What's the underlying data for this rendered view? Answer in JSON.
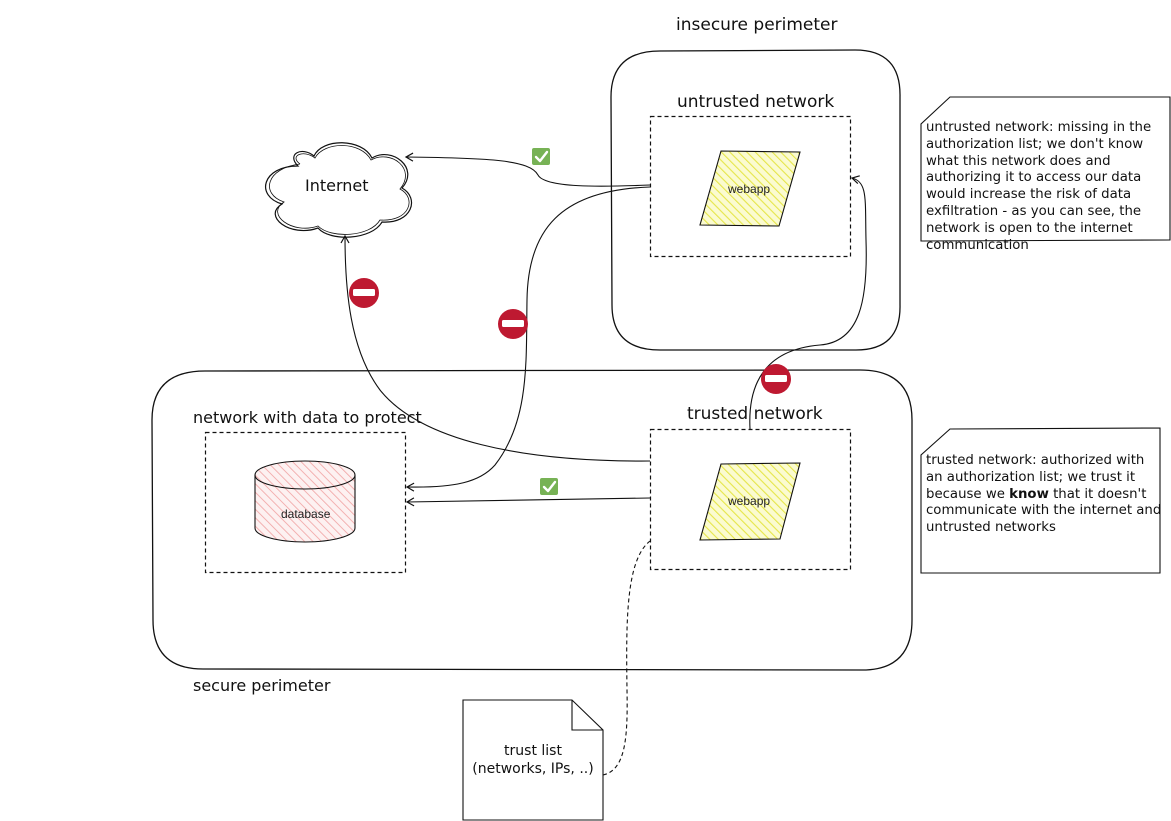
{
  "labels": {
    "insecure_perimeter": "insecure perimeter",
    "untrusted_network": "untrusted network",
    "internet": "Internet",
    "secure_perimeter": "secure perimeter",
    "network_with_data": "network with data to protect",
    "trusted_network": "trusted network",
    "database": "database",
    "webapp_untrusted": "webapp",
    "webapp_trusted": "webapp",
    "trust_list_line1": "trust list",
    "trust_list_line2": "(networks, IPs, ..)"
  },
  "notes": {
    "untrusted": "untrusted network: missing in the authorization list; we don't know what this network does and authorizing it to access our data would increase the risk of data exfiltration - as you can see, the network is open to the internet communication",
    "trusted_before": "trusted network: authorized with an authorization list; we trust it because we ",
    "trusted_bold": "know",
    "trusted_after": " that it doesn't communicate with the internet and untrusted networks"
  },
  "icons": {
    "allowed": "check-mark-icon",
    "blocked": "no-entry-icon"
  },
  "colors": {
    "allowed_green": "#77b255",
    "blocked_red": "#be1931",
    "webapp_fill": "#f5f58a",
    "database_hatch": "#e06666"
  }
}
